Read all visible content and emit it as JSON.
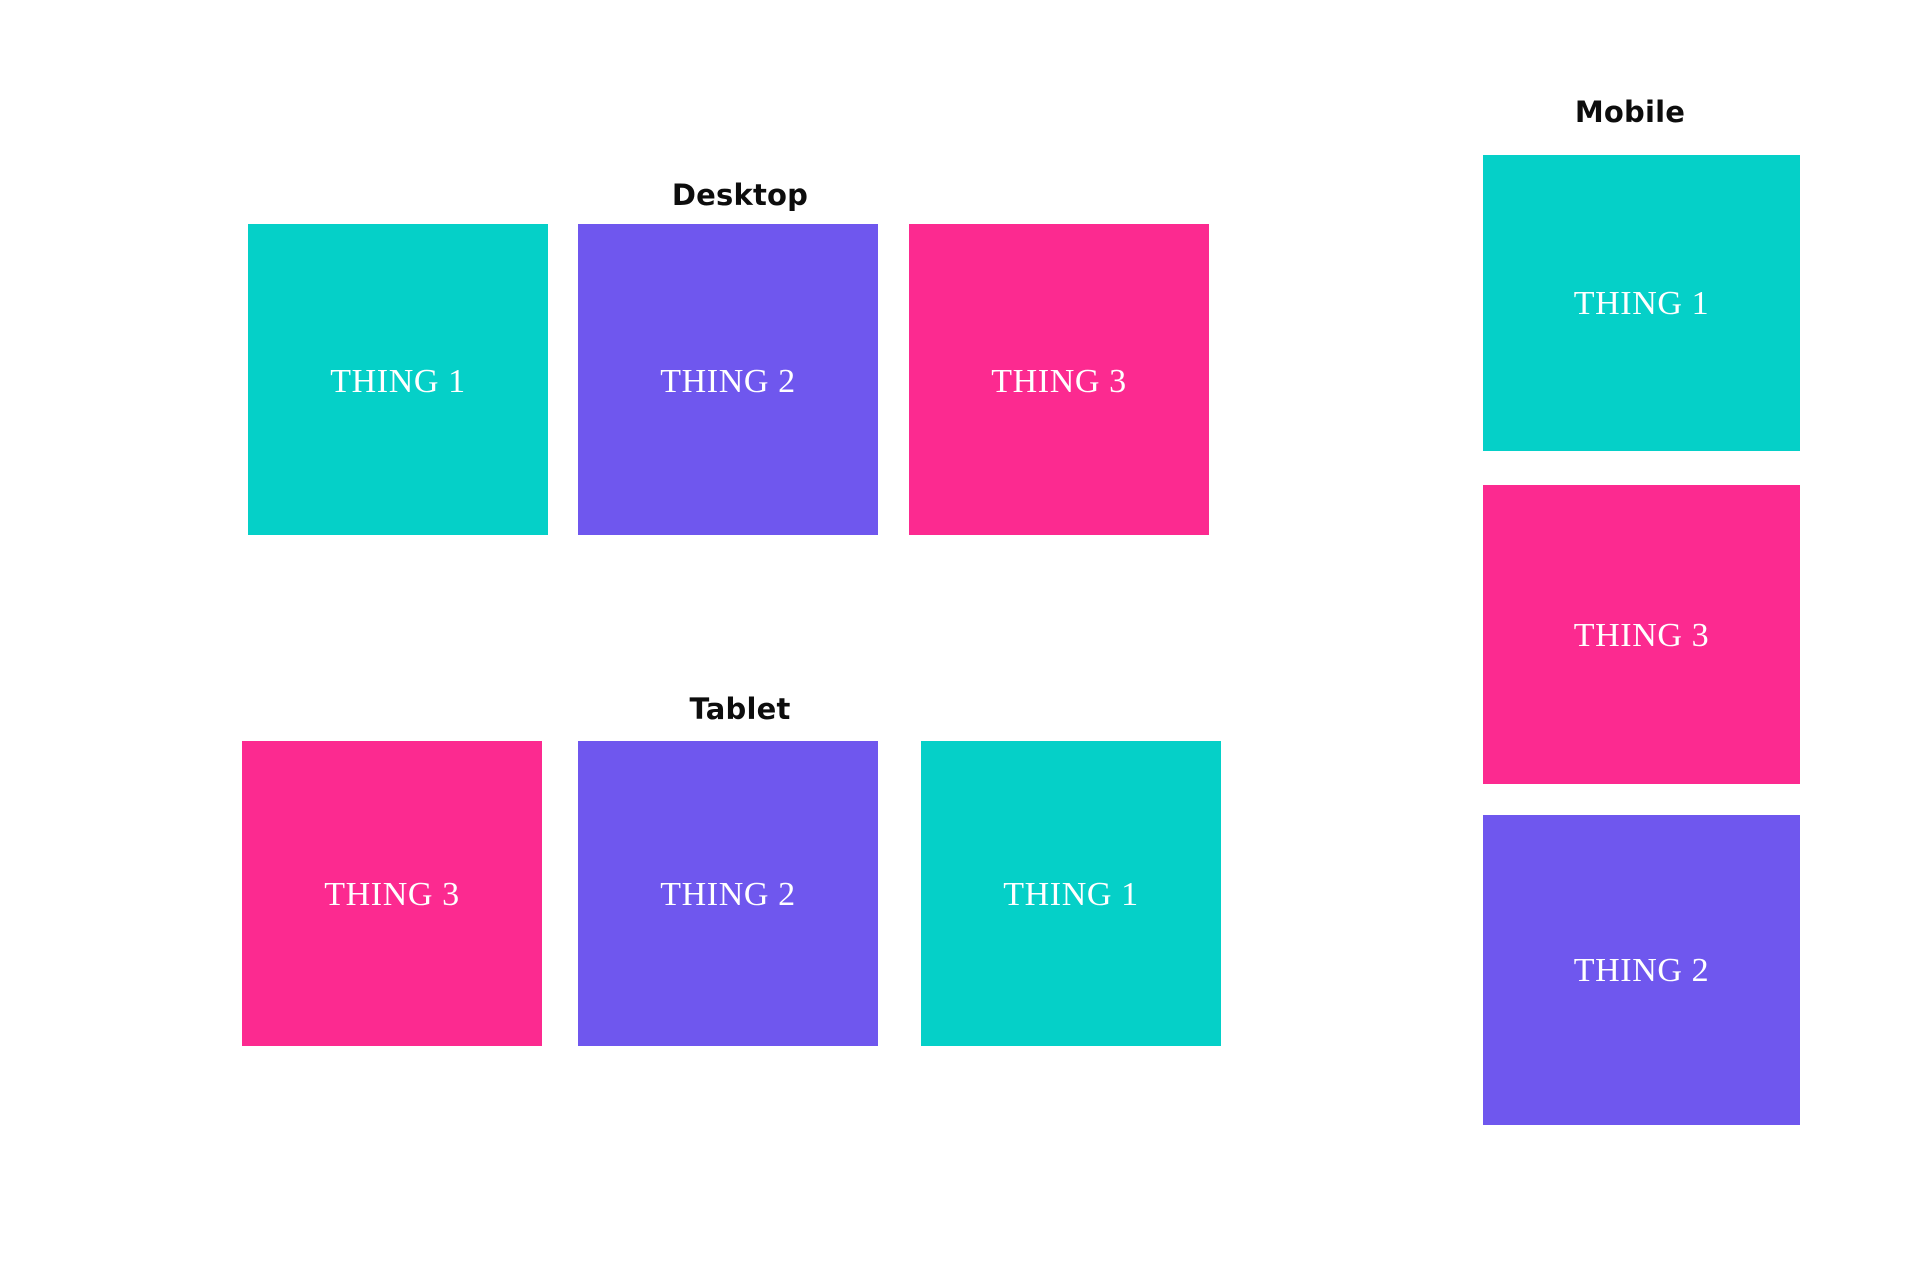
{
  "page": {
    "background_color": "#ffffff"
  },
  "palette": {
    "teal": "#05D0C8",
    "purple": "#6F57EE",
    "pink": "#FC2A90",
    "heading_color": "#0d0d0d",
    "label_color": "#ffffff"
  },
  "groups": [
    {
      "id": "desktop",
      "heading": "Desktop",
      "boxes": [
        {
          "label": "THING 1",
          "color": "#05D0C8",
          "color_name": "teal"
        },
        {
          "label": "THING 2",
          "color": "#6F57EE",
          "color_name": "purple"
        },
        {
          "label": "THING 3",
          "color": "#FC2A90",
          "color_name": "pink"
        }
      ]
    },
    {
      "id": "tablet",
      "heading": "Tablet",
      "boxes": [
        {
          "label": "THING 3",
          "color": "#FC2A90",
          "color_name": "pink"
        },
        {
          "label": "THING 2",
          "color": "#6F57EE",
          "color_name": "purple"
        },
        {
          "label": "THING 1",
          "color": "#05D0C8",
          "color_name": "teal"
        }
      ]
    },
    {
      "id": "mobile",
      "heading": "Mobile",
      "boxes": [
        {
          "label": "THING 1",
          "color": "#05D0C8",
          "color_name": "teal"
        },
        {
          "label": "THING 3",
          "color": "#FC2A90",
          "color_name": "pink"
        },
        {
          "label": "THING 2",
          "color": "#6F57EE",
          "color_name": "purple"
        }
      ]
    }
  ]
}
